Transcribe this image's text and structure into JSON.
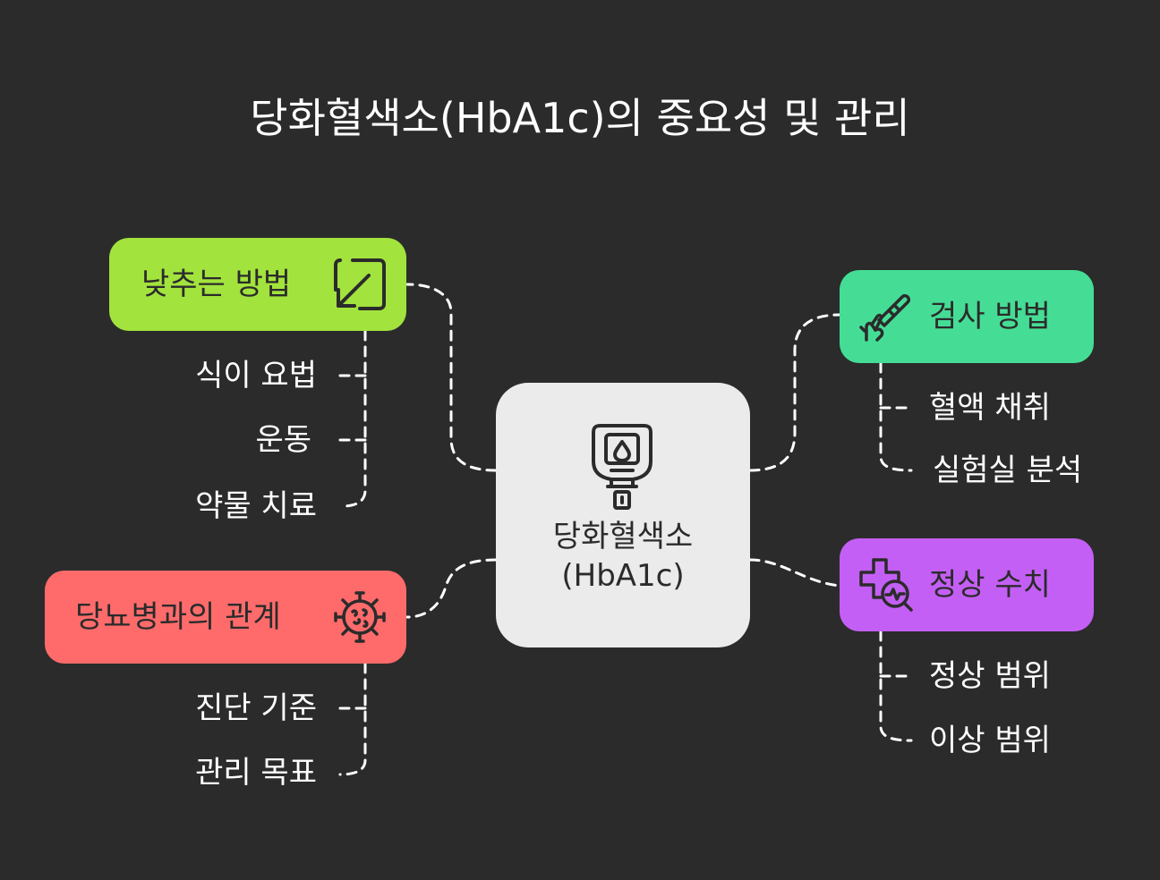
{
  "title": "당화혈색소(HbA1c)의 중요성 및 관리",
  "center": {
    "line1": "당화혈색소",
    "line2": "(HbA1c)",
    "icon": "glucose-meter-icon"
  },
  "branches": {
    "lowering": {
      "label": "낮추는 방법",
      "icon": "arrow-down-left-icon",
      "color": "#a2e33d",
      "items": [
        "식이 요법",
        "운동",
        "약물 치료"
      ]
    },
    "diabetes": {
      "label": "당뇨병과의 관계",
      "icon": "virus-icon",
      "color": "#ff6b6b",
      "items": [
        "진단 기준",
        "관리 목표"
      ]
    },
    "testing": {
      "label": "검사 방법",
      "icon": "hand-thermometer-icon",
      "color": "#45dd95",
      "items": [
        "혈액 채취",
        "실험실 분석"
      ]
    },
    "normal": {
      "label": "정상 수치",
      "icon": "health-check-icon",
      "color": "#c45ff5",
      "items": [
        "정상 범위",
        "이상 범위"
      ]
    }
  },
  "colors": {
    "background": "#2b2b2b",
    "center_node": "#ebebeb",
    "connector": "#ffffff",
    "dark_text": "#2b2b2b"
  }
}
